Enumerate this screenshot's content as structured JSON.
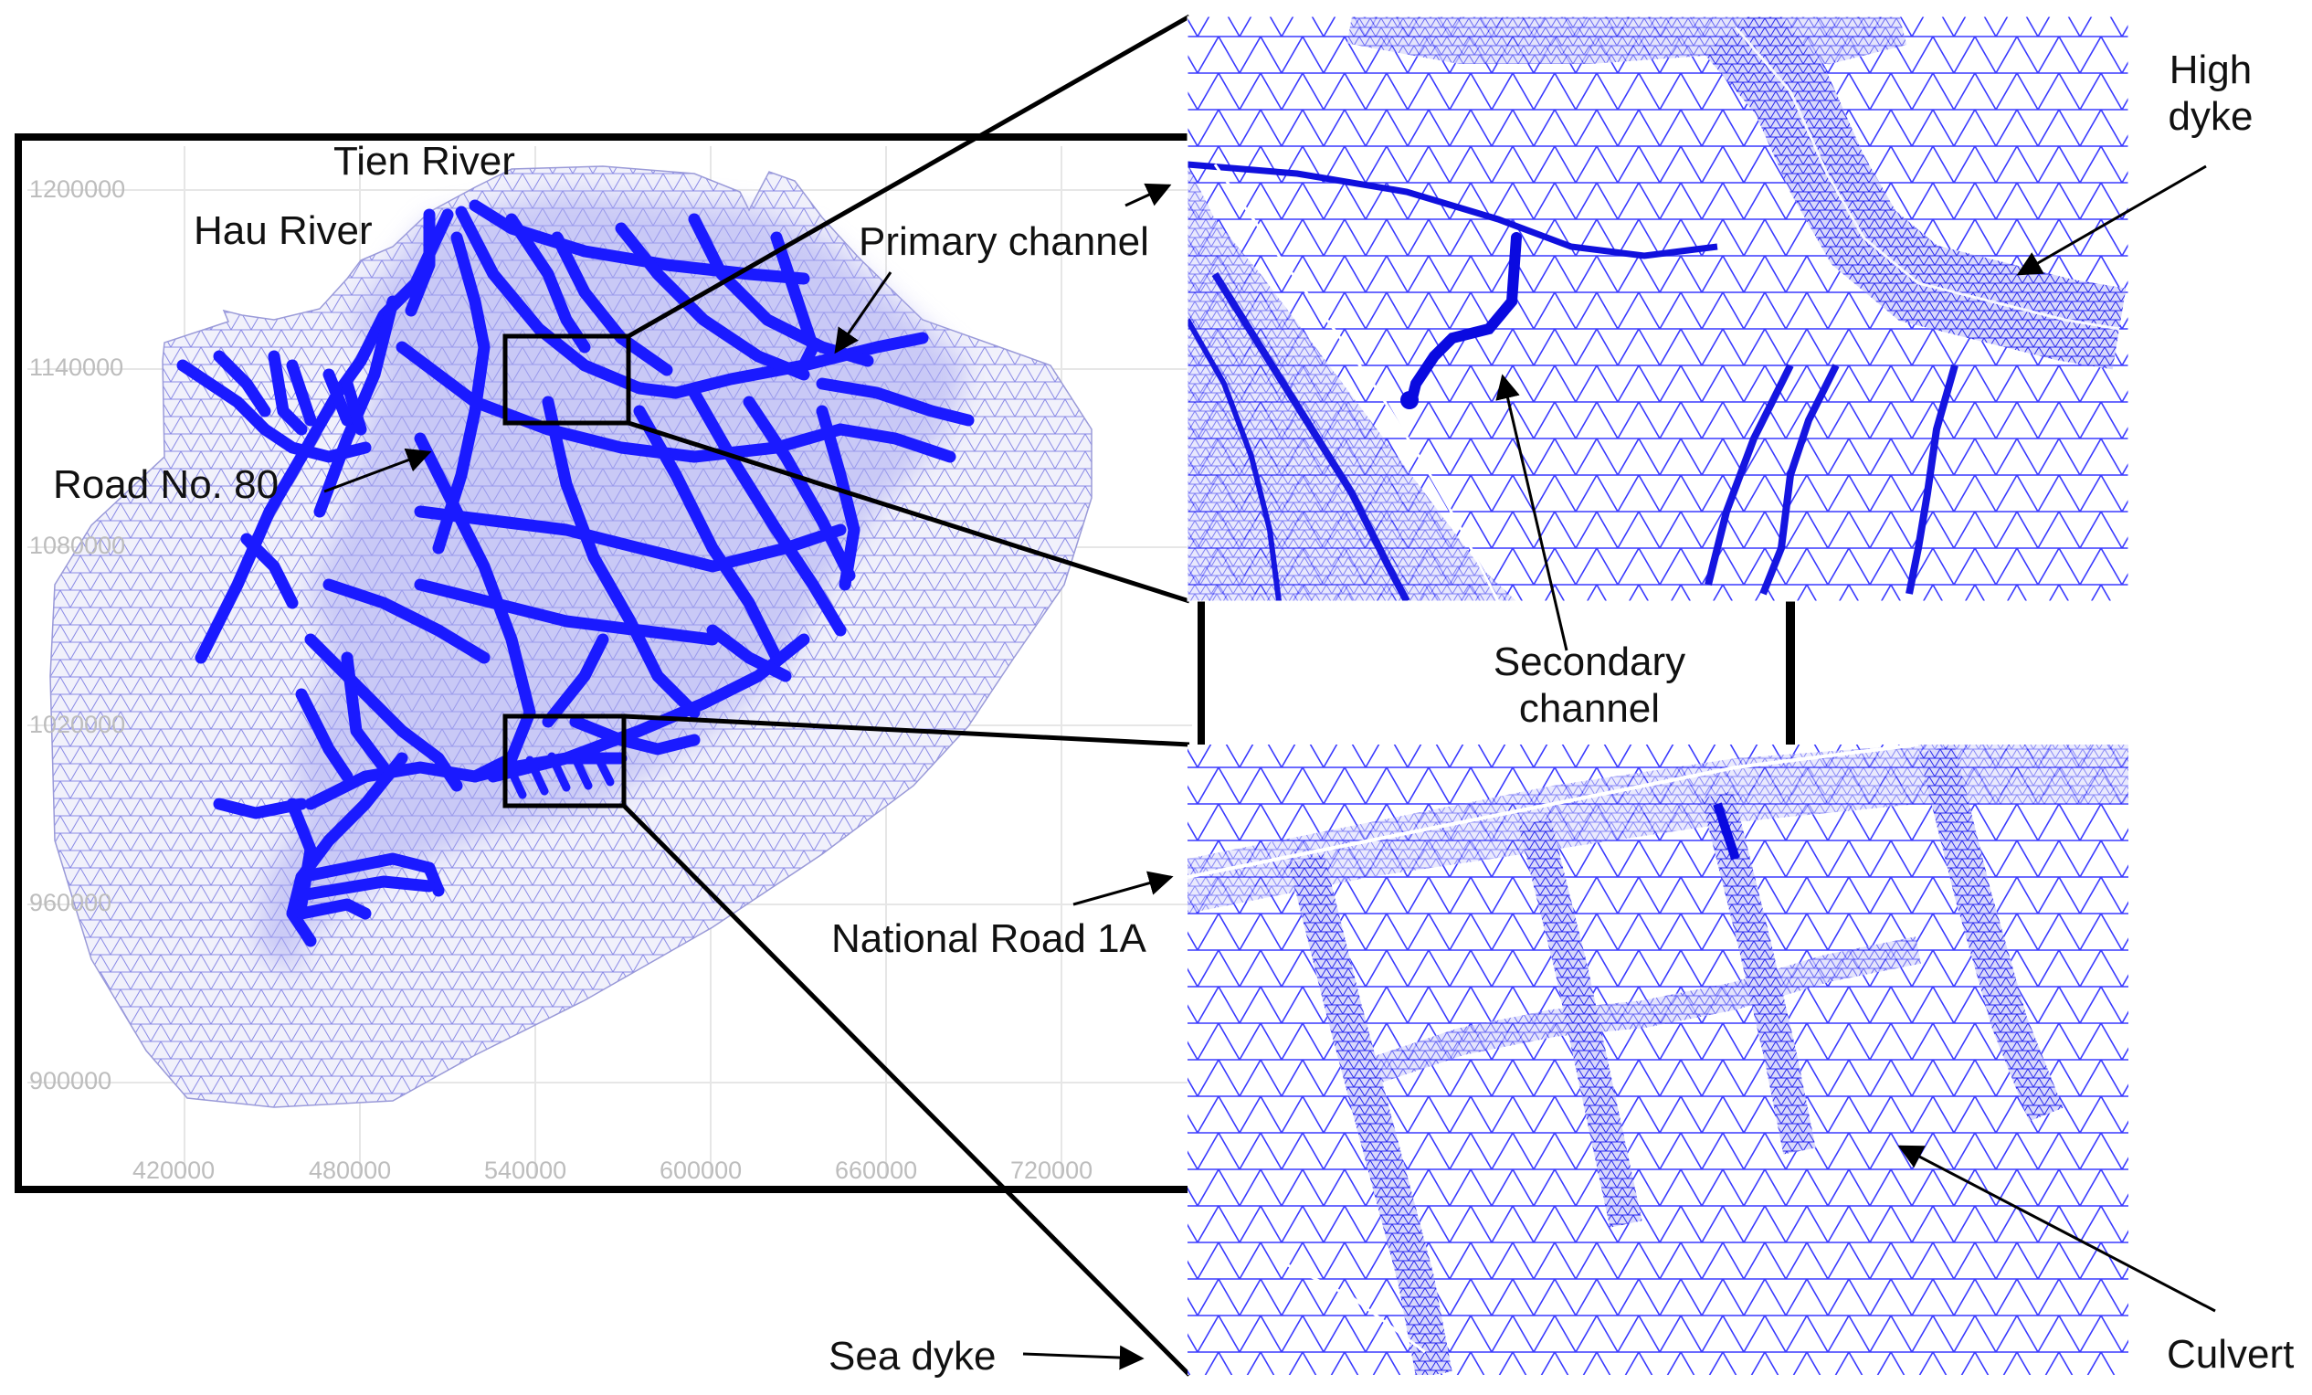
{
  "figure": {
    "labels": {
      "tien_river": "Tien River",
      "hau_river": "Hau River",
      "primary_channel": "Primary channel",
      "road_80": "Road No. 80",
      "high_dyke": "High dyke",
      "secondary_channel": "Secondary channel",
      "national_road": "National Road 1A",
      "sea_dyke": "Sea dyke",
      "culvert": "Culvert"
    },
    "axes": {
      "y_ticks": [
        "1200000",
        "1140000",
        "1080000",
        "1020000",
        "960000",
        "900000"
      ],
      "x_ticks": [
        "420000",
        "480000",
        "540000",
        "600000",
        "660000",
        "720000"
      ]
    },
    "colors": {
      "mesh": "#3333ee",
      "channel": "#1a1aff",
      "frame": "#000000",
      "tick_text": "#bdbdbd"
    }
  }
}
